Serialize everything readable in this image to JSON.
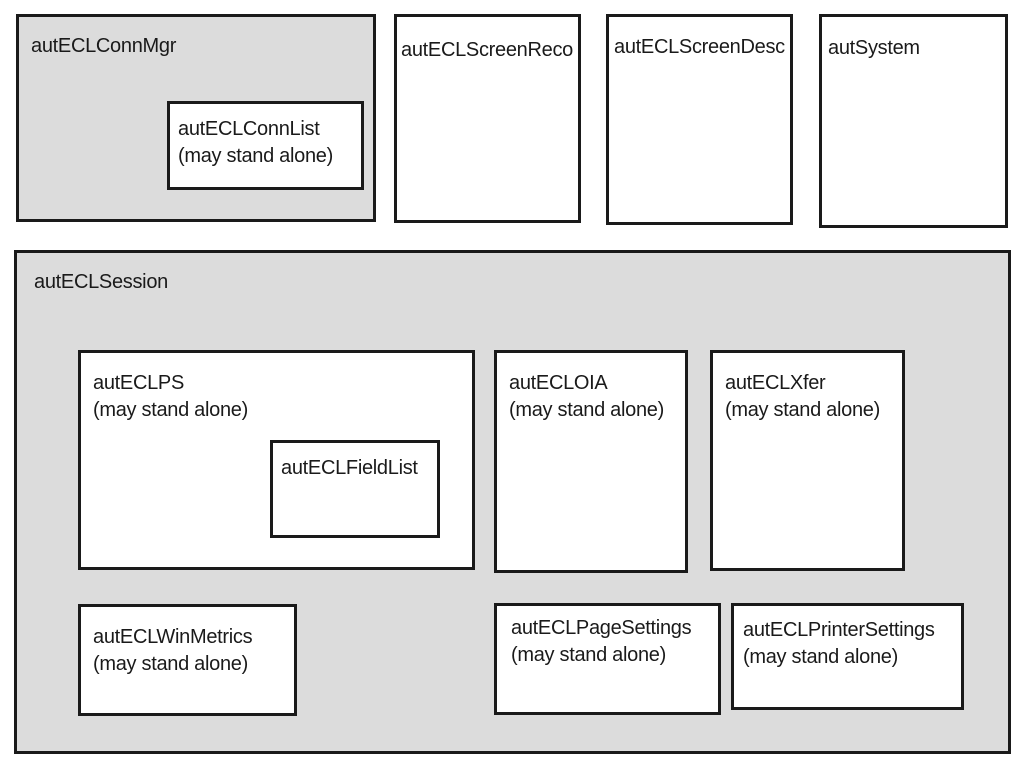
{
  "standalone_note": "(may stand alone)",
  "boxes": {
    "conn_mgr": "autECLConnMgr",
    "conn_list": "autECLConnList",
    "screen_reco": "autECLScreenReco",
    "screen_desc": "autECLScreenDesc",
    "system": "autSystem",
    "session": "autECLSession",
    "ps": "autECLPS",
    "field_list": "autECLFieldList",
    "oia": "autECLOIA",
    "xfer": "autECLXfer",
    "win_metrics": "autECLWinMetrics",
    "page_settings": "autECLPageSettings",
    "printer_settings": "autECLPrinterSettings"
  },
  "colors": {
    "container_fill": "#dcdcdc",
    "box_fill": "#ffffff",
    "border": "#1a1a1a"
  }
}
